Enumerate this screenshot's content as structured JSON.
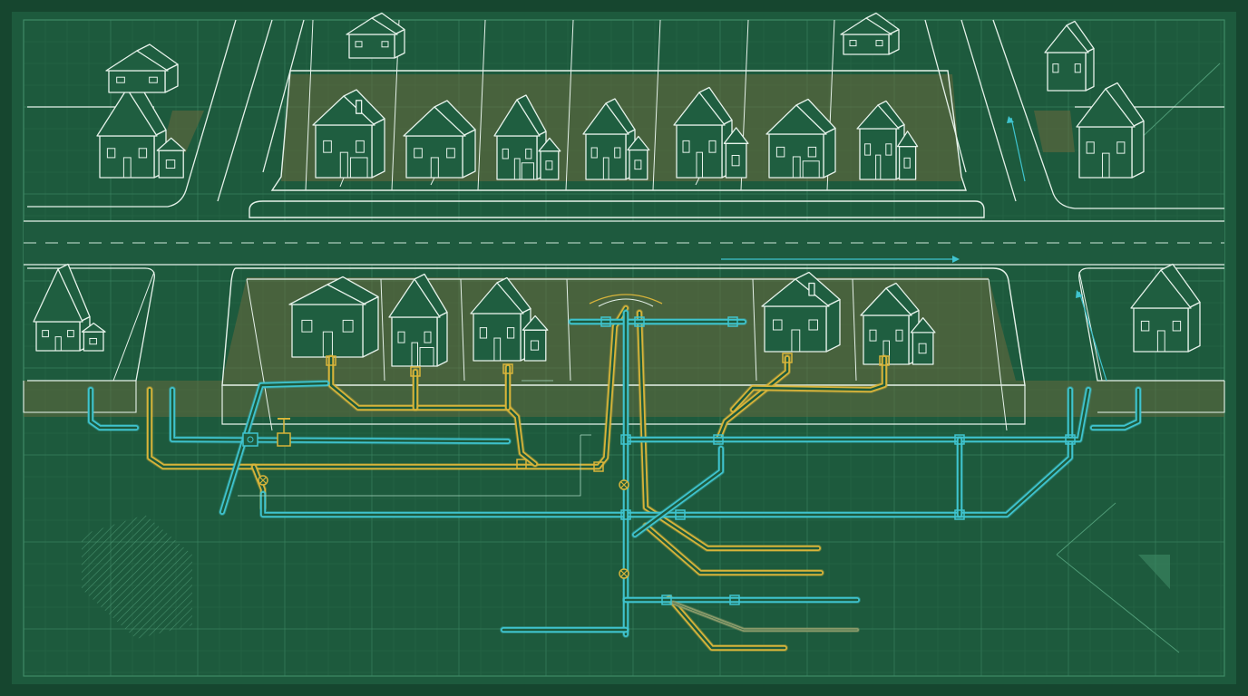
{
  "colors": {
    "background": "#1d5a3d",
    "frame": "#16462f",
    "grid_major": "#3f8a66",
    "grid_minor": "#2e7352",
    "outline": "#e6f2ea",
    "house_fill": "#1f5e40",
    "ground_soil": "#6b6a3e",
    "road_fill": "#1e5a3e",
    "water_pipe": "#3fc4cf",
    "sewer_pipe": "#d8b43a",
    "dim_line": "#a9d8c0"
  },
  "diagram": {
    "type": "isometric-blueprint",
    "icons": [
      "house-icon",
      "valve-icon",
      "meter-icon",
      "flow-arrow-icon",
      "hatch-pattern-icon"
    ],
    "north_row_houses": 7,
    "south_row_houses": 5,
    "corner_houses": 6,
    "water_mains": 2,
    "sewer_mains": 1,
    "service_laterals": 6
  }
}
